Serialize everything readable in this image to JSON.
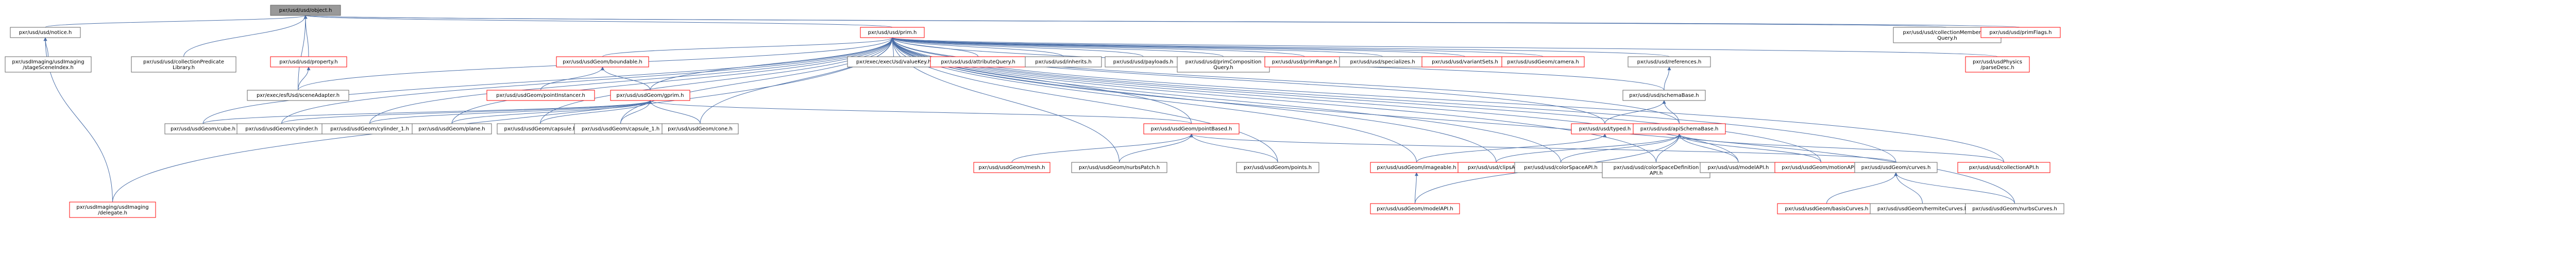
{
  "graph": {
    "title": "pxr/usd/usd/object.h include dependency graph",
    "colors": {
      "root_fill": "#999999",
      "node_fill": "#ffffff",
      "node_border": "#666666",
      "truncated_border": "#ff0000",
      "edge": "#4b6fa8"
    },
    "nodes": [
      {
        "id": "object",
        "lines": [
          "pxr/usd/usd/object.h"
        ],
        "kind": "root"
      },
      {
        "id": "notice",
        "lines": [
          "pxr/usd/usd/notice.h"
        ],
        "kind": "normal"
      },
      {
        "id": "stageSceneIndex",
        "lines": [
          "pxr/usdImaging/usdImaging",
          "/stageSceneIndex.h"
        ],
        "kind": "normal"
      },
      {
        "id": "delegate",
        "lines": [
          "pxr/usdImaging/usdImaging",
          "/delegate.h"
        ],
        "kind": "truncated"
      },
      {
        "id": "collectionPredicateLibrary",
        "lines": [
          "pxr/usd/usd/collectionPredicate",
          "Library.h"
        ],
        "kind": "normal"
      },
      {
        "id": "property",
        "lines": [
          "pxr/usd/usd/property.h"
        ],
        "kind": "truncated"
      },
      {
        "id": "sceneAdapter",
        "lines": [
          "pxr/exec/esfUsd/sceneAdapter.h"
        ],
        "kind": "normal"
      },
      {
        "id": "prim",
        "lines": [
          "pxr/usd/usd/prim.h"
        ],
        "kind": "truncated"
      },
      {
        "id": "valueKey",
        "lines": [
          "pxr/exec/execUsd/valueKey.h"
        ],
        "kind": "normal"
      },
      {
        "id": "attributeQuery",
        "lines": [
          "pxr/usd/usd/attributeQuery.h"
        ],
        "kind": "truncated"
      },
      {
        "id": "inherits",
        "lines": [
          "pxr/usd/usd/inherits.h"
        ],
        "kind": "normal"
      },
      {
        "id": "payloads",
        "lines": [
          "pxr/usd/usd/payloads.h"
        ],
        "kind": "normal"
      },
      {
        "id": "primCompositionQuery",
        "lines": [
          "pxr/usd/usd/primComposition",
          "Query.h"
        ],
        "kind": "normal"
      },
      {
        "id": "primRange",
        "lines": [
          "pxr/usd/usd/primRange.h"
        ],
        "kind": "truncated"
      },
      {
        "id": "specializes",
        "lines": [
          "pxr/usd/usd/specializes.h"
        ],
        "kind": "normal"
      },
      {
        "id": "variantSets",
        "lines": [
          "pxr/usd/usd/variantSets.h"
        ],
        "kind": "truncated"
      },
      {
        "id": "camera",
        "lines": [
          "pxr/usd/usdGeom/camera.h"
        ],
        "kind": "truncated"
      },
      {
        "id": "references",
        "lines": [
          "pxr/usd/usd/references.h"
        ],
        "kind": "normal"
      },
      {
        "id": "parseDesc",
        "lines": [
          "pxr/usd/usdPhysics",
          "/parseDesc.h"
        ],
        "kind": "truncated"
      },
      {
        "id": "collectionMembershipQuery",
        "lines": [
          "pxr/usd/usd/collectionMembership",
          "Query.h"
        ],
        "kind": "normal"
      },
      {
        "id": "primFlags",
        "lines": [
          "pxr/usd/usd/primFlags.h"
        ],
        "kind": "truncated"
      },
      {
        "id": "boundable",
        "lines": [
          "pxr/usd/usdGeom/boundable.h"
        ],
        "kind": "truncated"
      },
      {
        "id": "pointInstancer",
        "lines": [
          "pxr/usd/usdGeom/pointInstancer.h"
        ],
        "kind": "truncated"
      },
      {
        "id": "gprim",
        "lines": [
          "pxr/usd/usdGeom/gprim.h"
        ],
        "kind": "truncated"
      },
      {
        "id": "schemaBase",
        "lines": [
          "pxr/usd/usd/schemaBase.h"
        ],
        "kind": "normal"
      },
      {
        "id": "typed",
        "lines": [
          "pxr/usd/usd/typed.h"
        ],
        "kind": "truncated"
      },
      {
        "id": "apiSchemaBase",
        "lines": [
          "pxr/usd/usd/apiSchemaBase.h"
        ],
        "kind": "truncated"
      },
      {
        "id": "cube",
        "lines": [
          "pxr/usd/usdGeom/cube.h"
        ],
        "kind": "normal"
      },
      {
        "id": "cylinder",
        "lines": [
          "pxr/usd/usdGeom/cylinder.h"
        ],
        "kind": "normal"
      },
      {
        "id": "cylinder_1",
        "lines": [
          "pxr/usd/usdGeom/cylinder_1.h"
        ],
        "kind": "normal"
      },
      {
        "id": "plane",
        "lines": [
          "pxr/usd/usdGeom/plane.h"
        ],
        "kind": "normal"
      },
      {
        "id": "capsule",
        "lines": [
          "pxr/usd/usdGeom/capsule.h"
        ],
        "kind": "normal"
      },
      {
        "id": "capsule_1",
        "lines": [
          "pxr/usd/usdGeom/capsule_1.h"
        ],
        "kind": "normal"
      },
      {
        "id": "cone",
        "lines": [
          "pxr/usd/usdGeom/cone.h"
        ],
        "kind": "normal"
      },
      {
        "id": "pointBased",
        "lines": [
          "pxr/usd/usdGeom/pointBased.h"
        ],
        "kind": "truncated"
      },
      {
        "id": "mesh",
        "lines": [
          "pxr/usd/usdGeom/mesh.h"
        ],
        "kind": "truncated"
      },
      {
        "id": "nurbsPatch",
        "lines": [
          "pxr/usd/usdGeom/nurbsPatch.h"
        ],
        "kind": "normal"
      },
      {
        "id": "points",
        "lines": [
          "pxr/usd/usdGeom/points.h"
        ],
        "kind": "normal"
      },
      {
        "id": "imageable",
        "lines": [
          "pxr/usd/usdGeom/imageable.h"
        ],
        "kind": "truncated"
      },
      {
        "id": "modelAPI_geom",
        "lines": [
          "pxr/usd/usdGeom/modelAPI.h"
        ],
        "kind": "truncated"
      },
      {
        "id": "clipsAPI",
        "lines": [
          "pxr/usd/usd/clipsAPI.h"
        ],
        "kind": "truncated"
      },
      {
        "id": "colorSpaceAPI",
        "lines": [
          "pxr/usd/usd/colorSpaceAPI.h"
        ],
        "kind": "normal"
      },
      {
        "id": "colorSpaceDefinitionAPI",
        "lines": [
          "pxr/usd/usd/colorSpaceDefinition",
          "API.h"
        ],
        "kind": "normal"
      },
      {
        "id": "modelAPI",
        "lines": [
          "pxr/usd/usd/modelAPI.h"
        ],
        "kind": "normal"
      },
      {
        "id": "motionAPI",
        "lines": [
          "pxr/usd/usdGeom/motionAPI.h"
        ],
        "kind": "truncated"
      },
      {
        "id": "curves",
        "lines": [
          "pxr/usd/usdGeom/curves.h"
        ],
        "kind": "normal"
      },
      {
        "id": "collectionAPI",
        "lines": [
          "pxr/usd/usd/collectionAPI.h"
        ],
        "kind": "truncated"
      },
      {
        "id": "basisCurves",
        "lines": [
          "pxr/usd/usdGeom/basisCurves.h"
        ],
        "kind": "truncated"
      },
      {
        "id": "hermiteCurves",
        "lines": [
          "pxr/usd/usdGeom/hermiteCurves.h"
        ],
        "kind": "normal"
      },
      {
        "id": "nurbsCurves",
        "lines": [
          "pxr/usd/usdGeom/nurbsCurves.h"
        ],
        "kind": "normal"
      }
    ],
    "edges": [
      [
        "object",
        "notice"
      ],
      [
        "object",
        "collectionPredicateLibrary"
      ],
      [
        "object",
        "property"
      ],
      [
        "object",
        "sceneAdapter"
      ],
      [
        "object",
        "prim"
      ],
      [
        "object",
        "collectionMembershipQuery"
      ],
      [
        "object",
        "primFlags"
      ],
      [
        "notice",
        "stageSceneIndex"
      ],
      [
        "notice",
        "delegate"
      ],
      [
        "property",
        "sceneAdapter"
      ],
      [
        "prim",
        "valueKey"
      ],
      [
        "prim",
        "attributeQuery"
      ],
      [
        "prim",
        "inherits"
      ],
      [
        "prim",
        "payloads"
      ],
      [
        "prim",
        "primCompositionQuery"
      ],
      [
        "prim",
        "primRange"
      ],
      [
        "prim",
        "specializes"
      ],
      [
        "prim",
        "variantSets"
      ],
      [
        "prim",
        "camera"
      ],
      [
        "prim",
        "references"
      ],
      [
        "prim",
        "parseDesc"
      ],
      [
        "prim",
        "boundable"
      ],
      [
        "prim",
        "gprim"
      ],
      [
        "prim",
        "schemaBase"
      ],
      [
        "prim",
        "typed"
      ],
      [
        "prim",
        "apiSchemaBase"
      ],
      [
        "prim",
        "cube"
      ],
      [
        "prim",
        "cylinder"
      ],
      [
        "prim",
        "cylinder_1"
      ],
      [
        "prim",
        "plane"
      ],
      [
        "prim",
        "capsule"
      ],
      [
        "prim",
        "capsule_1"
      ],
      [
        "prim",
        "cone"
      ],
      [
        "prim",
        "pointBased"
      ],
      [
        "prim",
        "nurbsPatch"
      ],
      [
        "prim",
        "points"
      ],
      [
        "prim",
        "imageable"
      ],
      [
        "prim",
        "clipsAPI"
      ],
      [
        "prim",
        "colorSpaceAPI"
      ],
      [
        "prim",
        "colorSpaceDefinitionAPI"
      ],
      [
        "prim",
        "modelAPI"
      ],
      [
        "prim",
        "motionAPI"
      ],
      [
        "prim",
        "curves"
      ],
      [
        "prim",
        "collectionAPI"
      ],
      [
        "prim",
        "nurbsCurves"
      ],
      [
        "prim",
        "delegate"
      ],
      [
        "prim",
        "sceneAdapter"
      ],
      [
        "boundable",
        "pointInstancer"
      ],
      [
        "boundable",
        "gprim"
      ],
      [
        "gprim",
        "cube"
      ],
      [
        "gprim",
        "cylinder"
      ],
      [
        "gprim",
        "cylinder_1"
      ],
      [
        "gprim",
        "plane"
      ],
      [
        "gprim",
        "capsule"
      ],
      [
        "gprim",
        "capsule_1"
      ],
      [
        "gprim",
        "cone"
      ],
      [
        "gprim",
        "pointBased"
      ],
      [
        "pointBased",
        "mesh"
      ],
      [
        "pointBased",
        "nurbsPatch"
      ],
      [
        "pointBased",
        "points"
      ],
      [
        "pointBased",
        "curves"
      ],
      [
        "references",
        "schemaBase"
      ],
      [
        "schemaBase",
        "typed"
      ],
      [
        "schemaBase",
        "apiSchemaBase"
      ],
      [
        "typed",
        "imageable"
      ],
      [
        "apiSchemaBase",
        "clipsAPI"
      ],
      [
        "apiSchemaBase",
        "colorSpaceAPI"
      ],
      [
        "apiSchemaBase",
        "colorSpaceDefinitionAPI"
      ],
      [
        "apiSchemaBase",
        "modelAPI"
      ],
      [
        "apiSchemaBase",
        "motionAPI"
      ],
      [
        "apiSchemaBase",
        "collectionAPI"
      ],
      [
        "apiSchemaBase",
        "modelAPI_geom"
      ],
      [
        "imageable",
        "modelAPI_geom"
      ],
      [
        "curves",
        "basisCurves"
      ],
      [
        "curves",
        "hermiteCurves"
      ],
      [
        "curves",
        "nurbsCurves"
      ]
    ]
  }
}
